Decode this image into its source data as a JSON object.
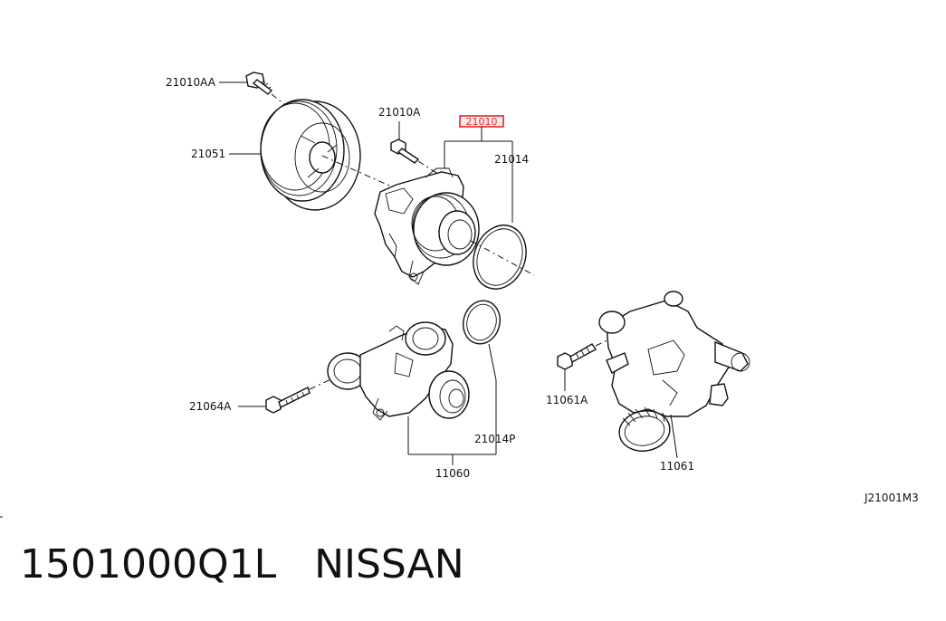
{
  "labels": {
    "bolt_21010AA": "21010AA",
    "bolt_21010A": "21010A",
    "pump_21010": "21010",
    "pulley_21051": "21051",
    "gasket_21014": "21014",
    "bolt_21064A": "21064A",
    "gasket_21014P": "21014P",
    "housing_11060": "11060",
    "bolt_11061A": "11061A",
    "housing_11061": "11061",
    "diagram_code": "J21001M3"
  },
  "footer": {
    "part_number": "1501000Q1L",
    "brand": "NISSAN"
  },
  "colors": {
    "highlight": "#e0262a",
    "ink": "#111111"
  }
}
